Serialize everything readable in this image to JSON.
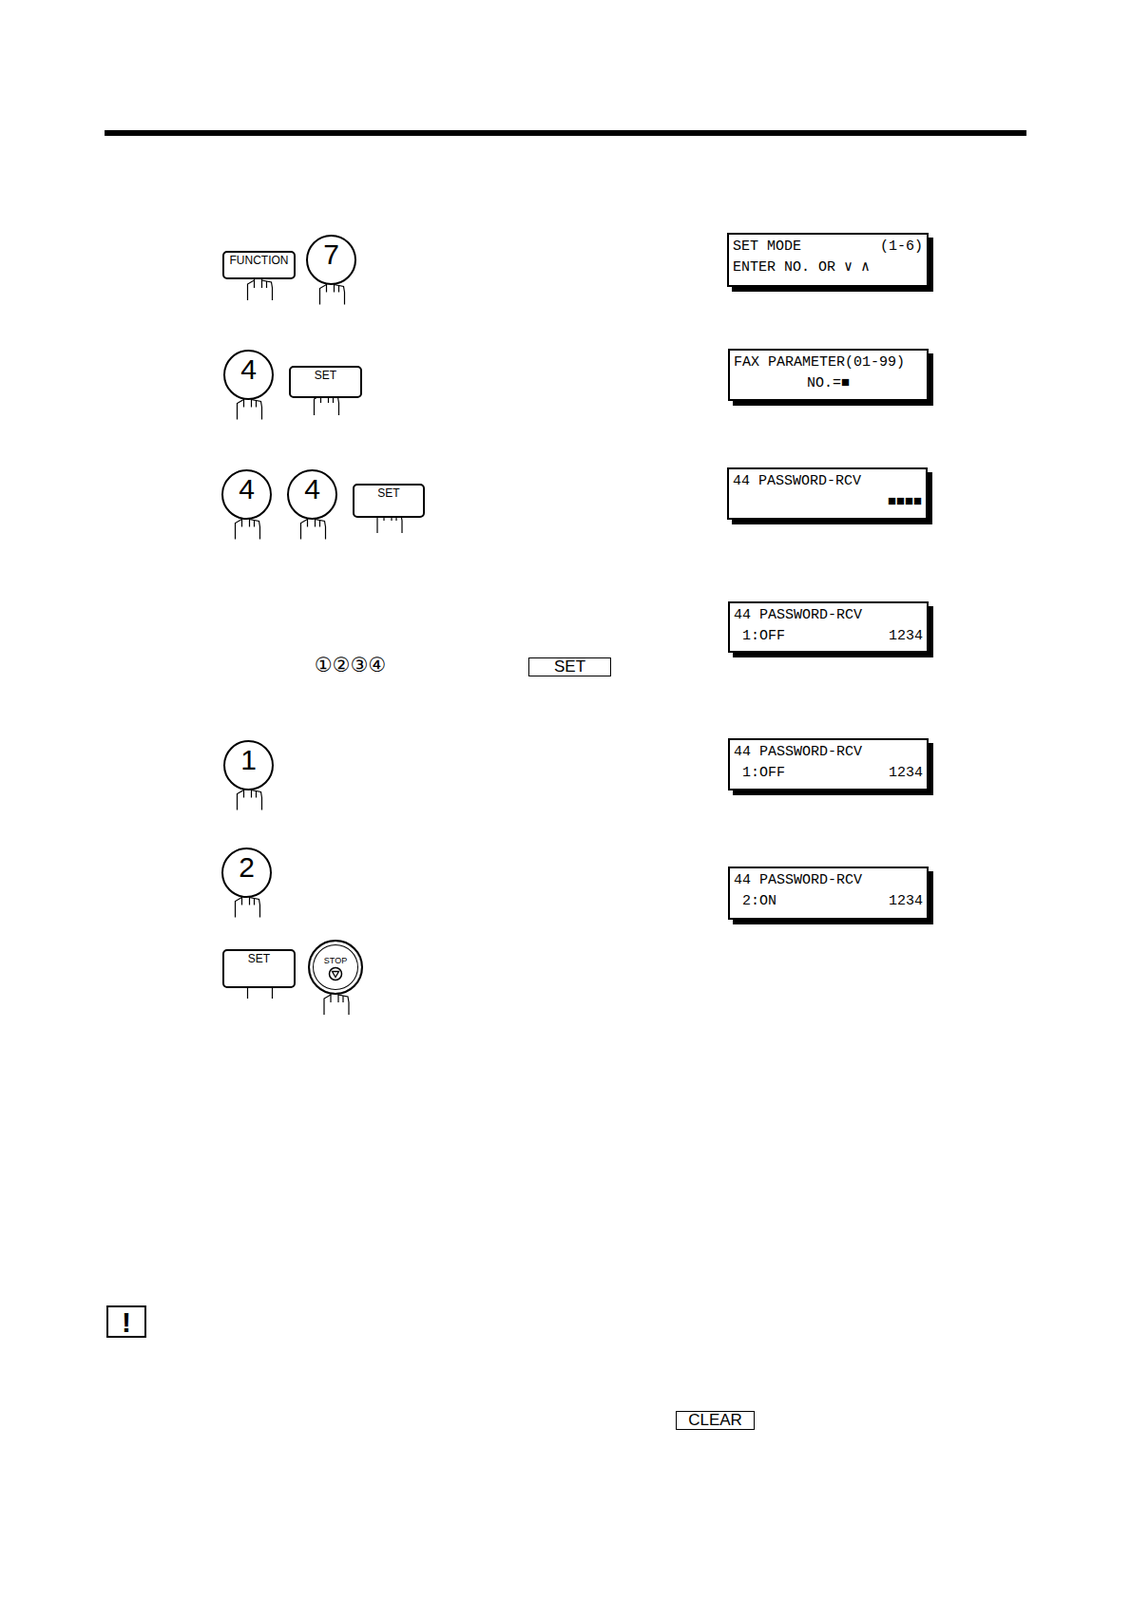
{
  "diagram": {
    "nodes": [
      {
        "text": [
          "FUNCTION"
        ]
      },
      {
        "text": [
          "7"
        ]
      },
      {
        "text": [
          "SET MODE",
          "(1-6)",
          "ENTER NO. OR ∨ ∧"
        ]
      },
      {
        "text": [
          "4"
        ]
      },
      {
        "text": [
          "SET"
        ]
      },
      {
        "text": [
          "FAX PARAMETER(01-99)",
          "NO.=■"
        ]
      },
      {
        "text": [
          "4"
        ]
      },
      {
        "text": [
          "4"
        ]
      },
      {
        "text": [
          "SET"
        ]
      },
      {
        "text": [
          "44 PASSWORD-RCV",
          "■■■■"
        ]
      },
      {
        "text": [
          "44 PASSWORD-RCV",
          "1:OFF",
          "1234"
        ]
      },
      {
        "text": [
          "SET"
        ]
      },
      {
        "text": [
          "1"
        ]
      },
      {
        "text": [
          "44 PASSWORD-RCV",
          "1:OFF",
          "1234"
        ]
      },
      {
        "text": [
          "2"
        ]
      },
      {
        "text": [
          "44 PASSWORD-RCV",
          "2:ON",
          "1234"
        ]
      },
      {
        "text": [
          "SET"
        ]
      },
      {
        "text": [
          "STOP"
        ]
      },
      {
        "text": [
          "!"
        ]
      },
      {
        "text": [
          "CLEAR"
        ]
      }
    ],
    "labels": [
      "①②③④"
    ]
  }
}
